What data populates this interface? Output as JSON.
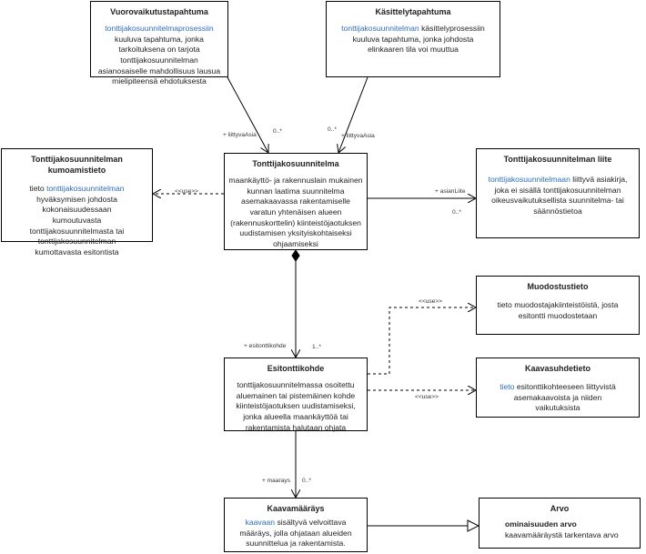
{
  "boxes": {
    "vuorovaikutus": {
      "title": "Vuorovaikutustapahtuma",
      "link": "tonttijakosuunnitelmaprosessiin",
      "rest": " kuuluva tapahtuma, jonka tarkoituksena on tarjota tonttijakosuunnitelman asianosaiselle mahdollisuus lausua mielipiteensä ehdotuksesta"
    },
    "kasittely": {
      "title": "Käsittelytapahtuma",
      "link": "tonttijakosuunnitelman",
      "rest": " käsittelyprosessiin kuuluva tapahtuma, jonka johdosta elinkaaren tila voi muuttua"
    },
    "kumoamistieto": {
      "title": "Tonttijakosuunnitelman kumoamistieto",
      "pre": "tieto ",
      "link": "tonttijakosuunnitelman",
      "rest": " hyväksymisen johdosta kokonaisuudessaan kumoutuvasta tonttijakosuunnitelmasta tai tonttijakosuunnitelman kumottavasta esitontista"
    },
    "tonttijako": {
      "title": "Tonttijakosuunnitelma",
      "text": "maankäyttö- ja rakennuslain mukainen kunnan laatima suunnitelma asemakaavassa rakentamiselle varatun yhtenäisen alueen (rakennuskorttelin) kiinteistöjaotuksen uudistamisen yksityiskohtaiseksi ohjaamiseksi"
    },
    "liite": {
      "title": "Tonttijakosuunnitelman liite",
      "link": "tonttijakosuunnitelmaan",
      "rest": " liittyvä asiakirja, joka ei sisällä tonttijakosuunnitelman oikeusvaikutuksellista suunnitelma- tai säännöstietoa"
    },
    "muodostus": {
      "title": "Muodostustieto",
      "text": "tieto muodostajakiinteistöistä, josta esitontti muodostetaan"
    },
    "esitontti": {
      "title": "Esitonttikohde",
      "text": "tonttijakosuunnitelmassa osoitettu aluemainen tai pistemäinen kohde kiinteistöjaotuksen uudistamiseksi, jonka alueella maankäyttöä tai rakentamista halutaan ohjata"
    },
    "kaavasuhde": {
      "title": "Kaavasuhdetieto",
      "link": "tieto",
      "rest": " esitonttikohteeseen liittyvistä asemakaavoista ja niiden vaikutuksista"
    },
    "kaavamaarays": {
      "title": "Kaavamääräys",
      "link": "kaavaan",
      "rest": " sisältyvä velvoittava määräys, jolla ohjataan alueiden suunnittelua ja rakentamista."
    },
    "arvo": {
      "title": "Arvo",
      "attr": "ominaisuuden arvo",
      "text": "kaavamääräystä tarkentava arvo"
    }
  },
  "labels": {
    "liittyvaAsia1": "+ liittyvaAsia",
    "mult1": "0..*",
    "liittyvaAsia2": "+ liittyvaAsia",
    "mult2": "0..*",
    "use1": "<<use>>",
    "asianLiite": "+ asianLiite",
    "mult3": "0..*",
    "use2": "<<use>>",
    "esitonttikohde": "+ esitonttikohde",
    "mult4": "1..*",
    "use3": "<<use>>",
    "maarays": "+ maarays",
    "mult5": "0..*"
  }
}
